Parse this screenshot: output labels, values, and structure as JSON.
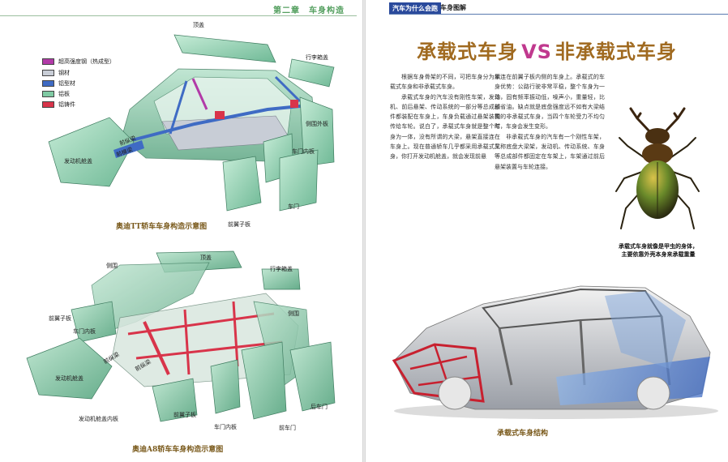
{
  "left_page": {
    "chapter_header": "第二章　车身构造",
    "legend": [
      {
        "label": "超高强度钢（热成型）",
        "color": "#b23aa8"
      },
      {
        "label": "钢材",
        "color": "#c8cdd6"
      },
      {
        "label": "铝型材",
        "color": "#3f6bc4"
      },
      {
        "label": "铝板",
        "color": "#7fcaa3"
      },
      {
        "label": "铝铸件",
        "color": "#d8344a"
      }
    ],
    "tt_labels": {
      "roof": "顶盖",
      "trunk_lid": "行李箱盖",
      "side_panel": "侧围外板",
      "door_inner": "车门内板",
      "door": "车门",
      "front_fender": "前翼子板",
      "hood": "发动机舱盖",
      "front_rail": "前纵梁",
      "front_beam": "前横梁"
    },
    "tt_caption": "奥迪TT轿车车身构造示意图",
    "a8_labels": {
      "roof": "顶盖",
      "trunk_lid": "行李箱盖",
      "side_panel_left": "侧围",
      "side_panel_right": "侧围",
      "front_fender_top": "前翼子板",
      "door_inner_top": "车门内板",
      "front_rail_1": "前纵梁",
      "front_rail_2": "前纵梁",
      "hood": "发动机舱盖",
      "hood_inner": "发动机舱盖内板",
      "front_fender_bottom": "前翼子板",
      "door_inner_bottom": "车门内板",
      "rear_door": "后车门",
      "front_door": "前车门"
    },
    "a8_caption": "奥迪A8轿车车身构造示意图"
  },
  "right_page": {
    "book_tag": "汽车为什么会跑",
    "section_tag": "车身图解",
    "title_part1": "承载式车身",
    "title_vs": "VS",
    "title_part2": "非承载式车身",
    "col1_p1": "根据车身骨架的不同，可把车身分为承载式车身和非承载式车身。",
    "col1_p2": "承载式车身的汽车没有刚性车架，发动机、前后悬架、传动系统的一部分等总成部件都装配在车身上，车身负载通过悬架装置传给车轮。说白了，承载式车身就是整个车身为一体，没有所谓的大梁，悬架直接连在车身上。现在普通轿车几乎都采用承载式车身，你打开发动机舱盖，就会发现前悬",
    "col2_p1": "架连在前翼子板内侧的车身上。承载式的车身优势：公路行驶非常平稳，整个车身为一体，固有频率振动低，噪声小，重量轻，比较省油。缺点就是底盘强度远不如有大梁结构的非承载式车身，当四个车轮受力不均匀时，车身会发生变形。",
    "col2_p2": "非承载式车身的汽车有一个刚性车架，又称底盘大梁架，发动机、传动系统、车身等总成部件都固定在车架上，车架通过前后悬架装置与车轮连接。",
    "beetle_caption_1": "承载式车身就像是甲虫的身体，",
    "beetle_caption_2": "主要依靠外壳本身来承载重量",
    "body_caption": "承载式车身结构"
  }
}
